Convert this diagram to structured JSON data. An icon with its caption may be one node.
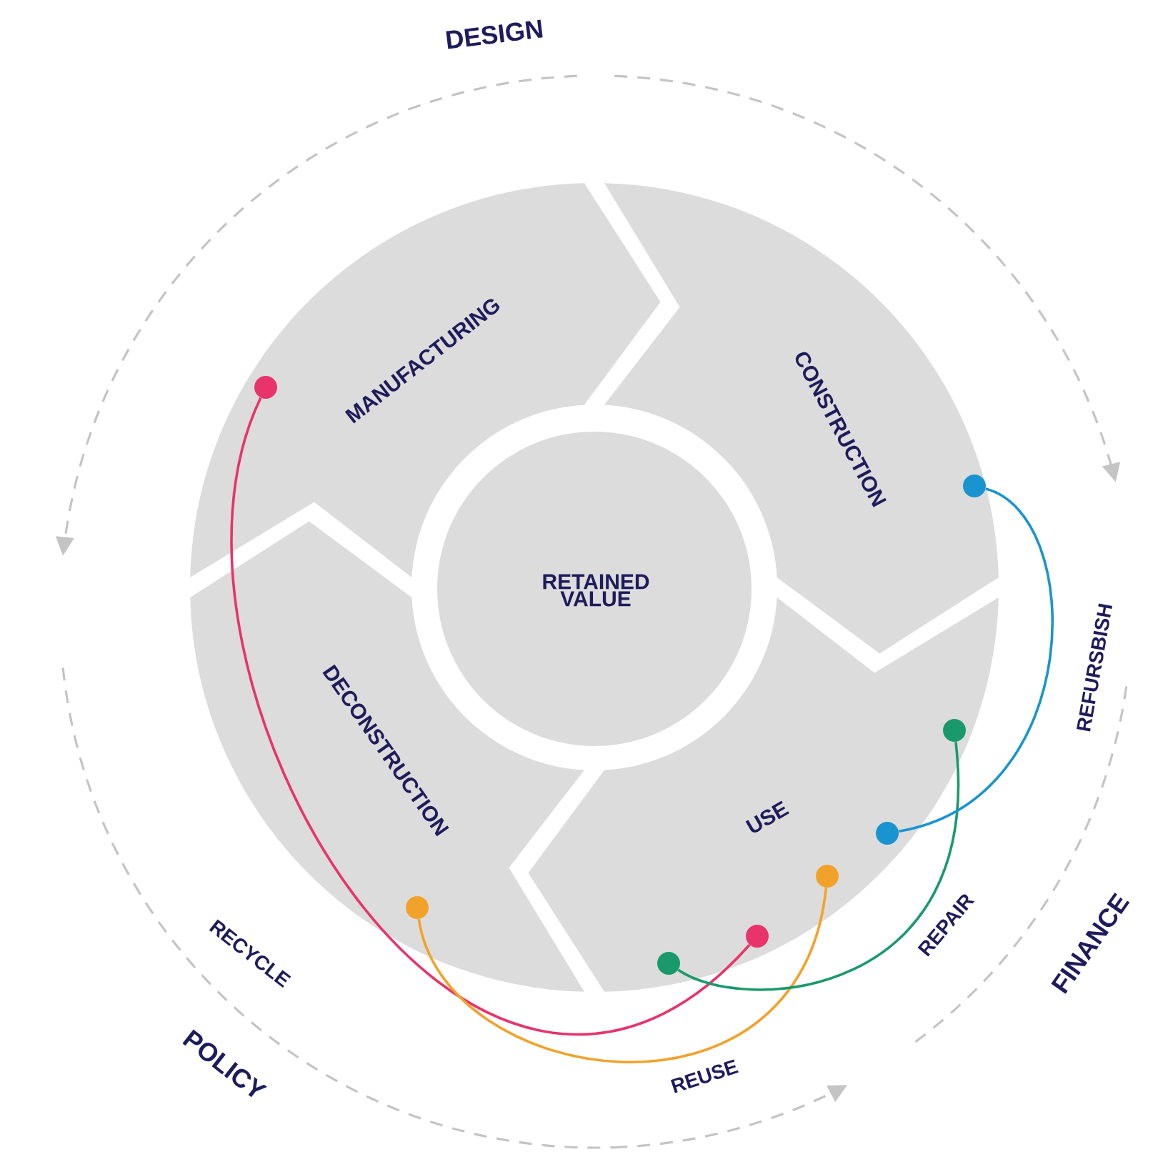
{
  "diagram": {
    "nodes": [
      {
        "text": [
          "MANUFACTURING"
        ]
      },
      {
        "text": [
          "CONSTRUCTION"
        ]
      },
      {
        "text": [
          "RETAINED VALUE"
        ]
      },
      {
        "text": [
          "DECONSTRUCTION"
        ]
      },
      {
        "text": [
          "USE"
        ]
      },
      {
        "text": [],
        "shape": "circle",
        "in": 0
      },
      {
        "text": [],
        "shape": "circle",
        "in": 1
      },
      {
        "text": [],
        "shape": "circle",
        "in": 4
      },
      {
        "text": [],
        "shape": "circle",
        "in": 4
      },
      {
        "text": [],
        "shape": "circle",
        "in": 4
      },
      {
        "text": [],
        "shape": "circle",
        "in": 3
      },
      {
        "text": [],
        "shape": "circle",
        "in": 4
      },
      {
        "text": [],
        "shape": "circle",
        "in": 4
      }
    ],
    "edges": [
      {
        "from": 5,
        "to": 11,
        "arrow": "none",
        "label": "RECYCLE",
        "color": "#e8336b"
      },
      {
        "from": 10,
        "to": 9,
        "arrow": "none",
        "label": "REUSE",
        "color": "#f2a22a"
      },
      {
        "from": 12,
        "to": 7,
        "arrow": "none",
        "label": "REPAIR",
        "color": "#1a9a6c"
      },
      {
        "from": 6,
        "to": 8,
        "arrow": "none",
        "label": "REFURSBISH",
        "color": "#1a94d0"
      }
    ],
    "labels": [
      "DESIGN",
      "FINANCE",
      "POLICY"
    ]
  }
}
